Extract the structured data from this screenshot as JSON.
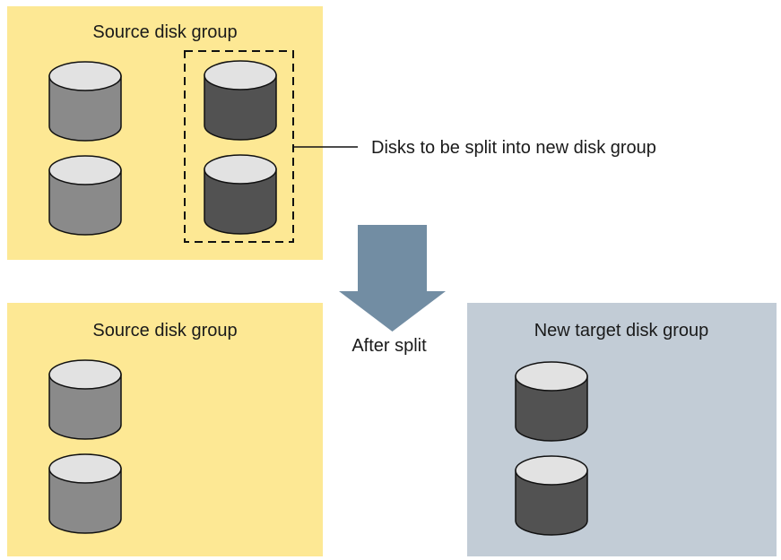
{
  "colors": {
    "source_group_fill": "#fde894",
    "target_group_fill": "#c2ccd6",
    "arrow_fill": "#728da3",
    "cylinder_light_body": "#8a8a8a",
    "cylinder_dark_body": "#525252",
    "cylinder_top": "#e2e2e2",
    "outline": "#111111"
  },
  "before": {
    "group_title": "Source disk group",
    "selection_label": "Disks to be split into new disk group"
  },
  "transition": {
    "label": "After split"
  },
  "after": {
    "source_group_title": "Source disk group",
    "target_group_title": "New target disk group"
  }
}
